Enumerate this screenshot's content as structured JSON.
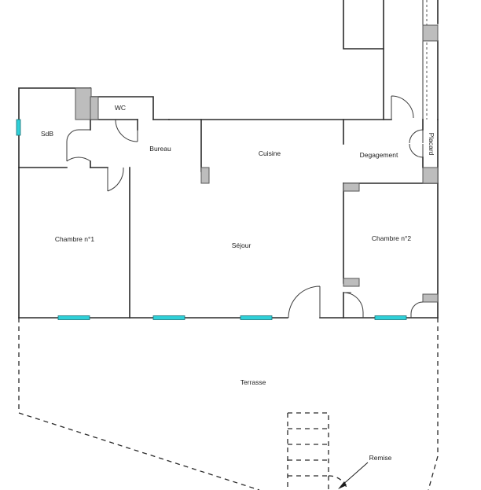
{
  "rooms": {
    "sdb": "SdB",
    "wc": "WC",
    "bureau": "Bureau",
    "cuisine": "Cuisine",
    "degagement": "Degagement",
    "placard": "Placard",
    "chambre1": "Chambre n°1",
    "sejour": "Séjour",
    "chambre2": "Chambre n°2",
    "terrasse": "Terrasse",
    "remise": "Remise"
  }
}
